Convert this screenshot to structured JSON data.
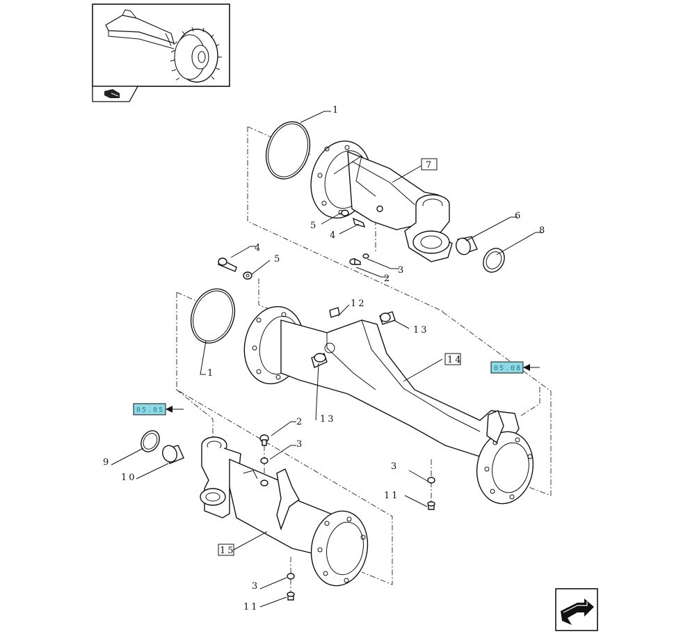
{
  "callouts": {
    "c1_top": "1",
    "c7": "7",
    "c6": "6",
    "c8": "8",
    "c5_top": "5",
    "c4_top": "4",
    "c3_top": "3",
    "c2_top": "2",
    "c4_mid": "4",
    "c5_mid": "5",
    "c12": "12",
    "c13_top": "13",
    "c14": "14",
    "c1_left": "1",
    "c13_bottom": "13",
    "c2_lower": "2",
    "c3_lower": "3",
    "c9": "9",
    "c10": "10",
    "c3_right": "3",
    "c11_right": "11",
    "c15": "15",
    "c3_bottom": "3",
    "c11_bottom": "11"
  },
  "references": {
    "ref_right": "05.08",
    "ref_left": "05.05"
  },
  "colors": {
    "reference_tag": "#8fd9e6",
    "line": "#111111"
  },
  "icons": {
    "thumbnail": "tractor-front-axle-thumbnail",
    "bookmark": "book-icon",
    "nav": "next-page-arrow-icon"
  }
}
